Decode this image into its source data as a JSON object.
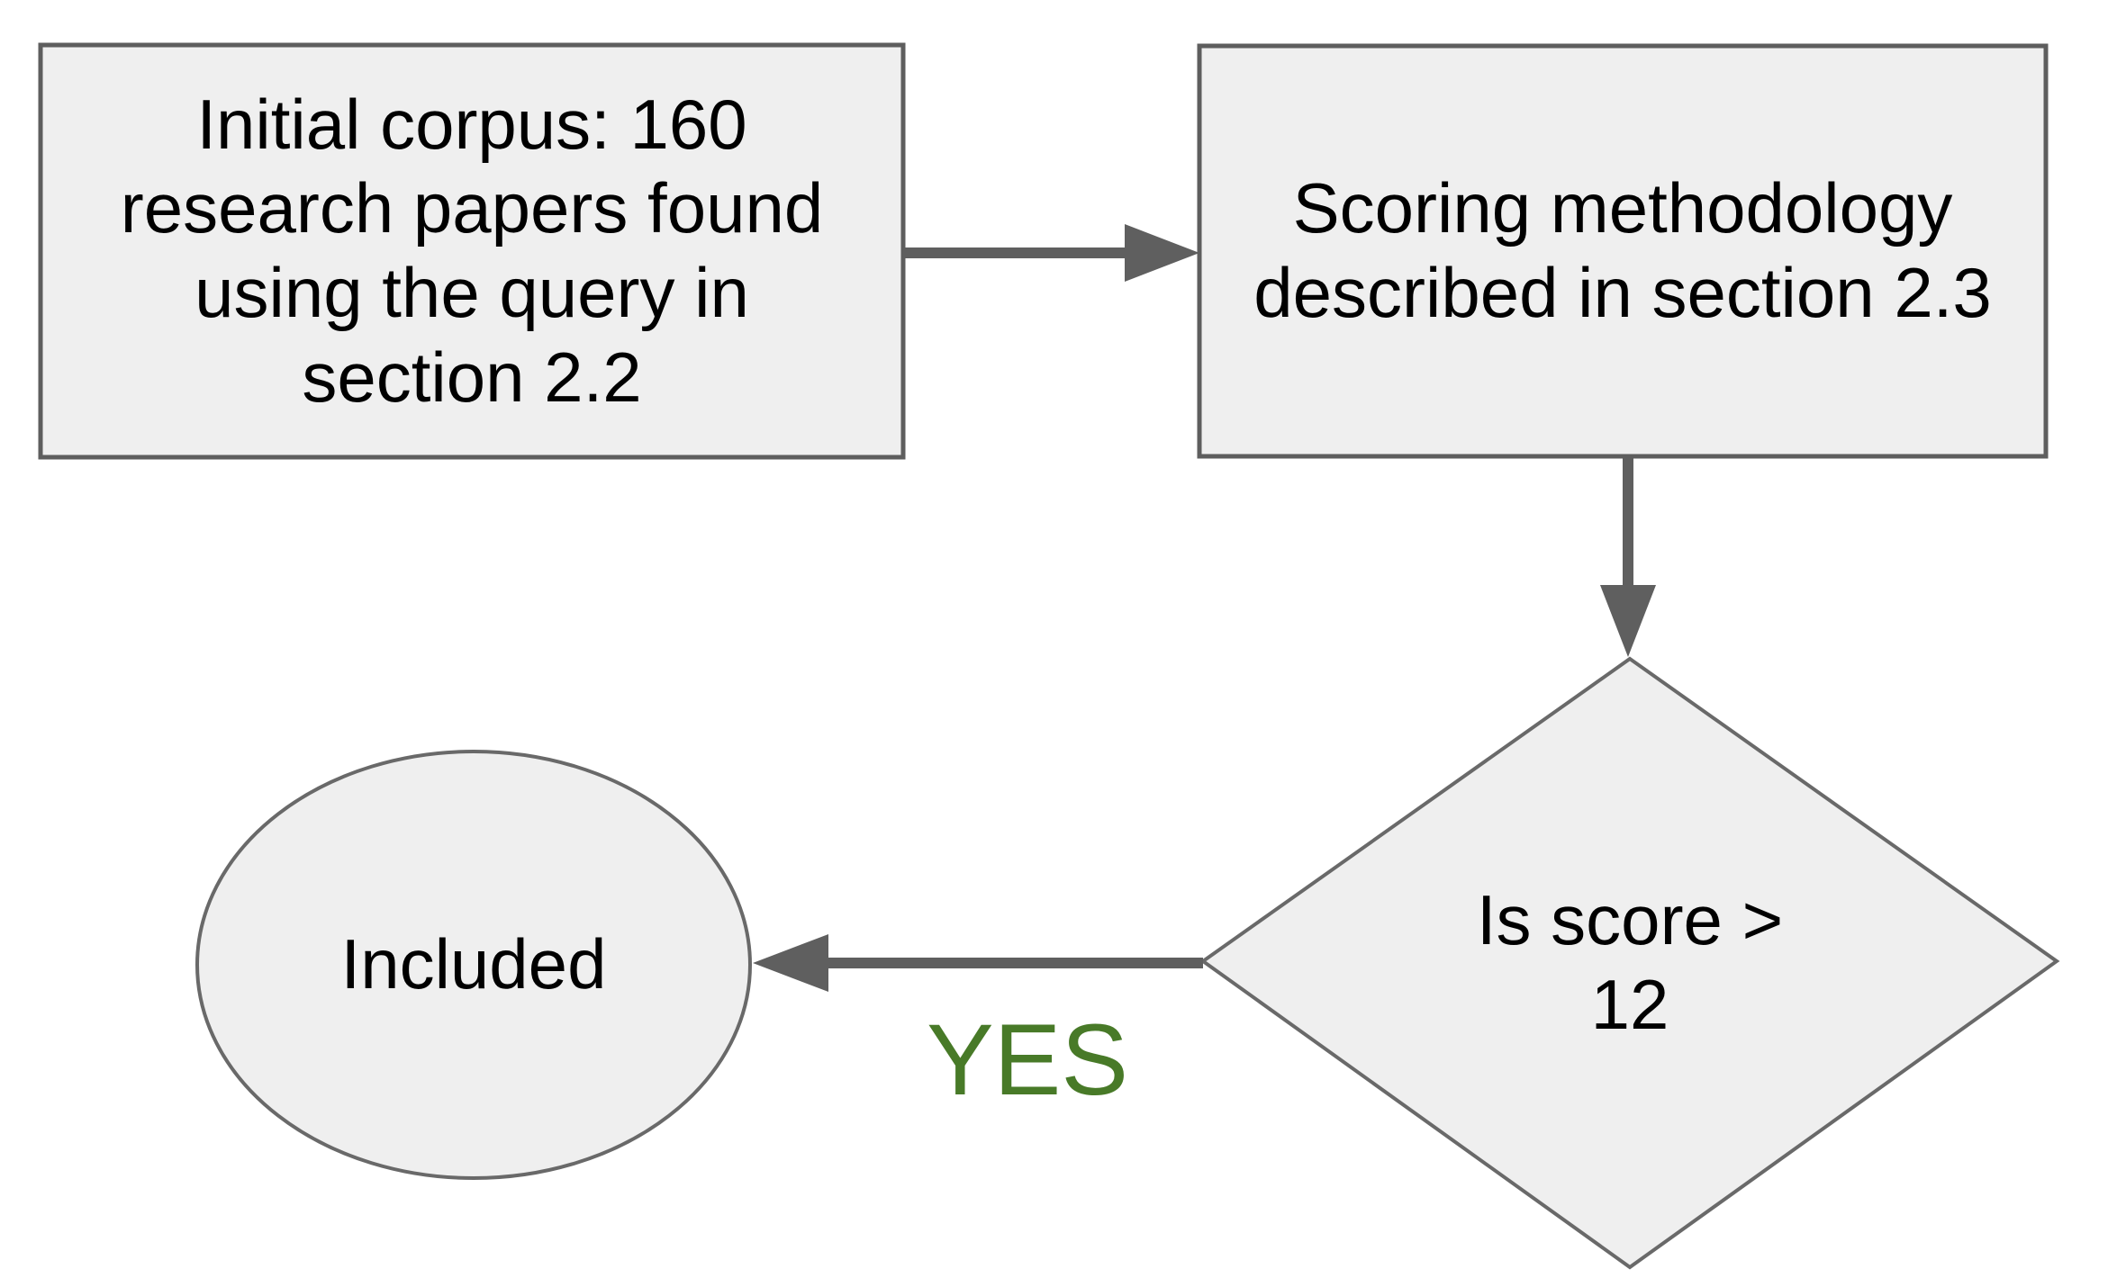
{
  "flowchart": {
    "nodes": {
      "initial_corpus": {
        "shape": "rectangle",
        "lines": [
          "Initial corpus: 160",
          "research papers found",
          "using the query in",
          "section 2.2"
        ]
      },
      "scoring": {
        "shape": "rectangle",
        "lines": [
          "Scoring methodology",
          "described in section 2.3"
        ]
      },
      "decision": {
        "shape": "diamond",
        "lines": [
          "Is score >",
          "12"
        ]
      },
      "included": {
        "shape": "ellipse",
        "lines": [
          "Included"
        ]
      }
    },
    "edges": [
      {
        "from": "initial_corpus",
        "to": "scoring",
        "label": ""
      },
      {
        "from": "scoring",
        "to": "decision",
        "label": ""
      },
      {
        "from": "decision",
        "to": "included",
        "label": "YES"
      }
    ],
    "colors": {
      "node_fill": "#efefef",
      "node_stroke": "#5e5e5e",
      "arrow": "#5f5f5f",
      "text": "#000000",
      "yes_label": "#487a28",
      "background": "#ffffff"
    }
  }
}
